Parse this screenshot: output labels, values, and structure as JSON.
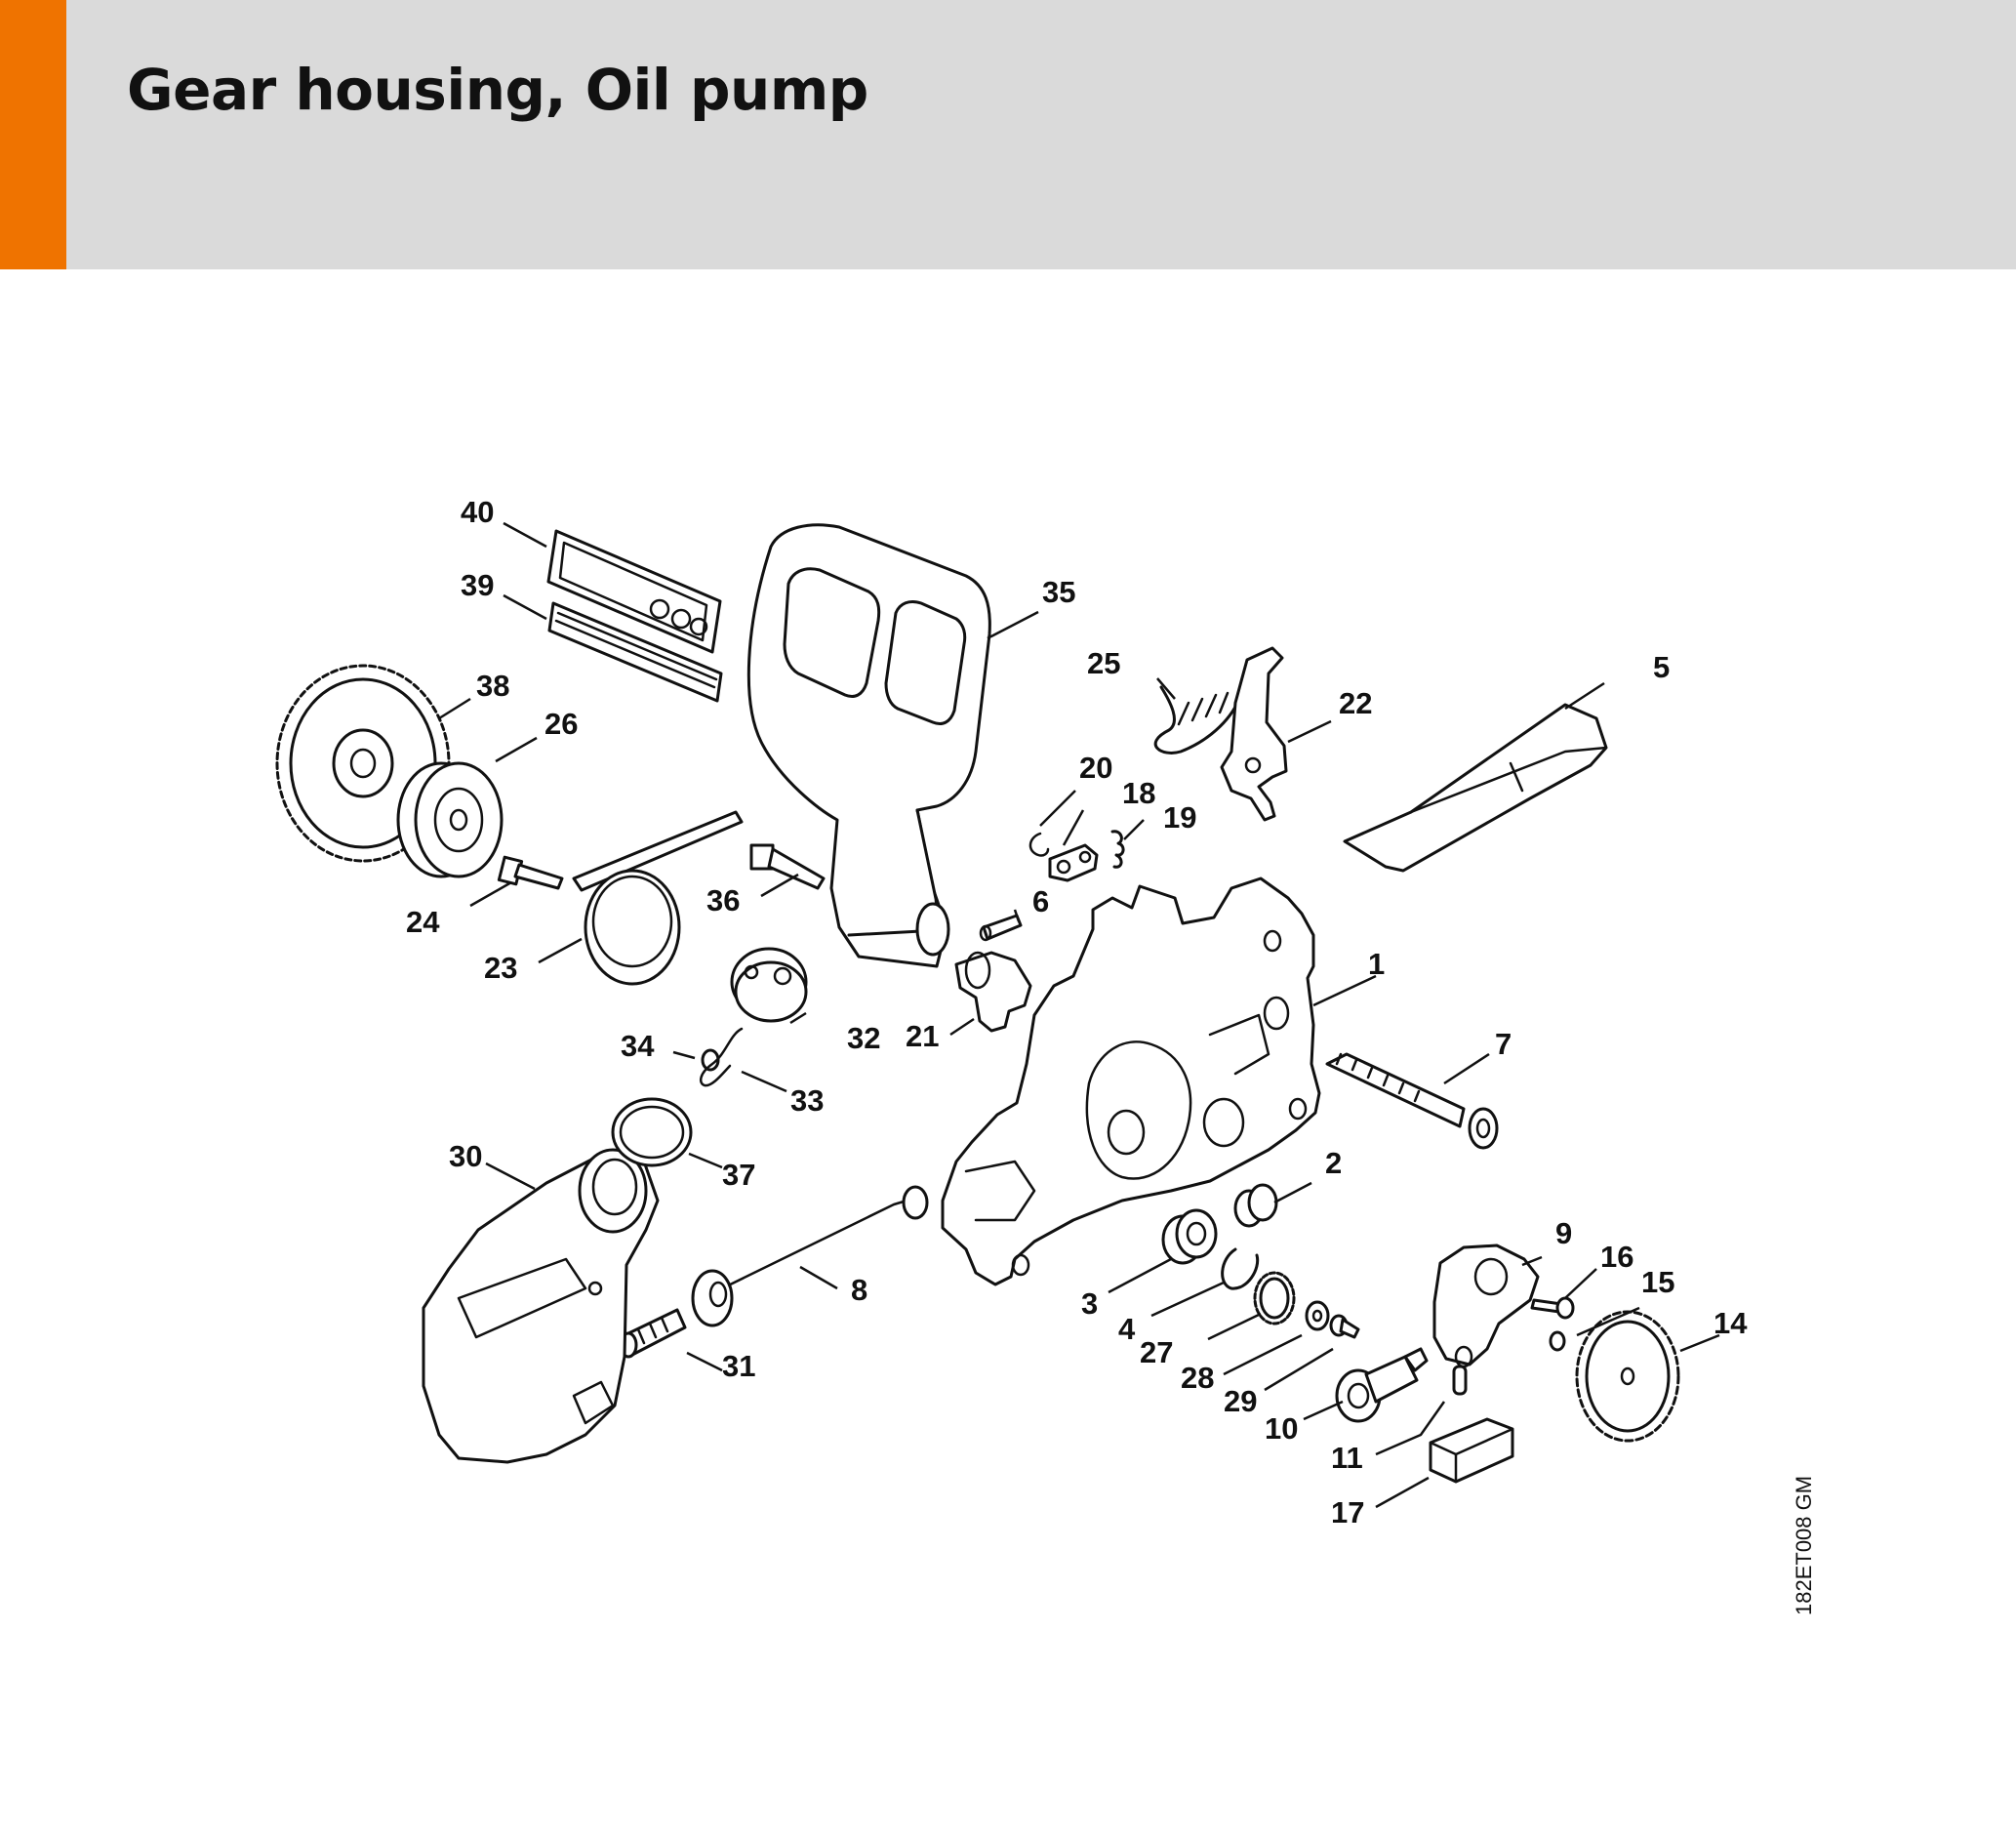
{
  "header": {
    "title": "Gear housing, Oil pump",
    "accent_color": "#ef7300",
    "background_color": "#dadada"
  },
  "diagram": {
    "reference_code": "182ET008 GM",
    "callouts": [
      {
        "id": "1",
        "text": "1"
      },
      {
        "id": "2",
        "text": "2"
      },
      {
        "id": "3",
        "text": "3"
      },
      {
        "id": "4",
        "text": "4"
      },
      {
        "id": "5",
        "text": "5"
      },
      {
        "id": "6",
        "text": "6"
      },
      {
        "id": "7",
        "text": "7"
      },
      {
        "id": "8",
        "text": "8"
      },
      {
        "id": "9",
        "text": "9"
      },
      {
        "id": "10",
        "text": "10"
      },
      {
        "id": "11",
        "text": "11"
      },
      {
        "id": "14",
        "text": "14"
      },
      {
        "id": "15",
        "text": "15"
      },
      {
        "id": "16",
        "text": "16"
      },
      {
        "id": "17",
        "text": "17"
      },
      {
        "id": "18",
        "text": "18"
      },
      {
        "id": "19",
        "text": "19"
      },
      {
        "id": "20",
        "text": "20"
      },
      {
        "id": "21",
        "text": "21"
      },
      {
        "id": "22",
        "text": "22"
      },
      {
        "id": "23",
        "text": "23"
      },
      {
        "id": "24",
        "text": "24"
      },
      {
        "id": "25",
        "text": "25"
      },
      {
        "id": "26",
        "text": "26"
      },
      {
        "id": "27",
        "text": "27"
      },
      {
        "id": "28",
        "text": "28"
      },
      {
        "id": "29",
        "text": "29"
      },
      {
        "id": "30",
        "text": "30"
      },
      {
        "id": "31",
        "text": "31"
      },
      {
        "id": "32",
        "text": "32"
      },
      {
        "id": "33",
        "text": "33"
      },
      {
        "id": "34",
        "text": "34"
      },
      {
        "id": "35",
        "text": "35"
      },
      {
        "id": "36",
        "text": "36"
      },
      {
        "id": "37",
        "text": "37"
      },
      {
        "id": "38",
        "text": "38"
      },
      {
        "id": "39",
        "text": "39"
      },
      {
        "id": "40",
        "text": "40"
      }
    ]
  }
}
